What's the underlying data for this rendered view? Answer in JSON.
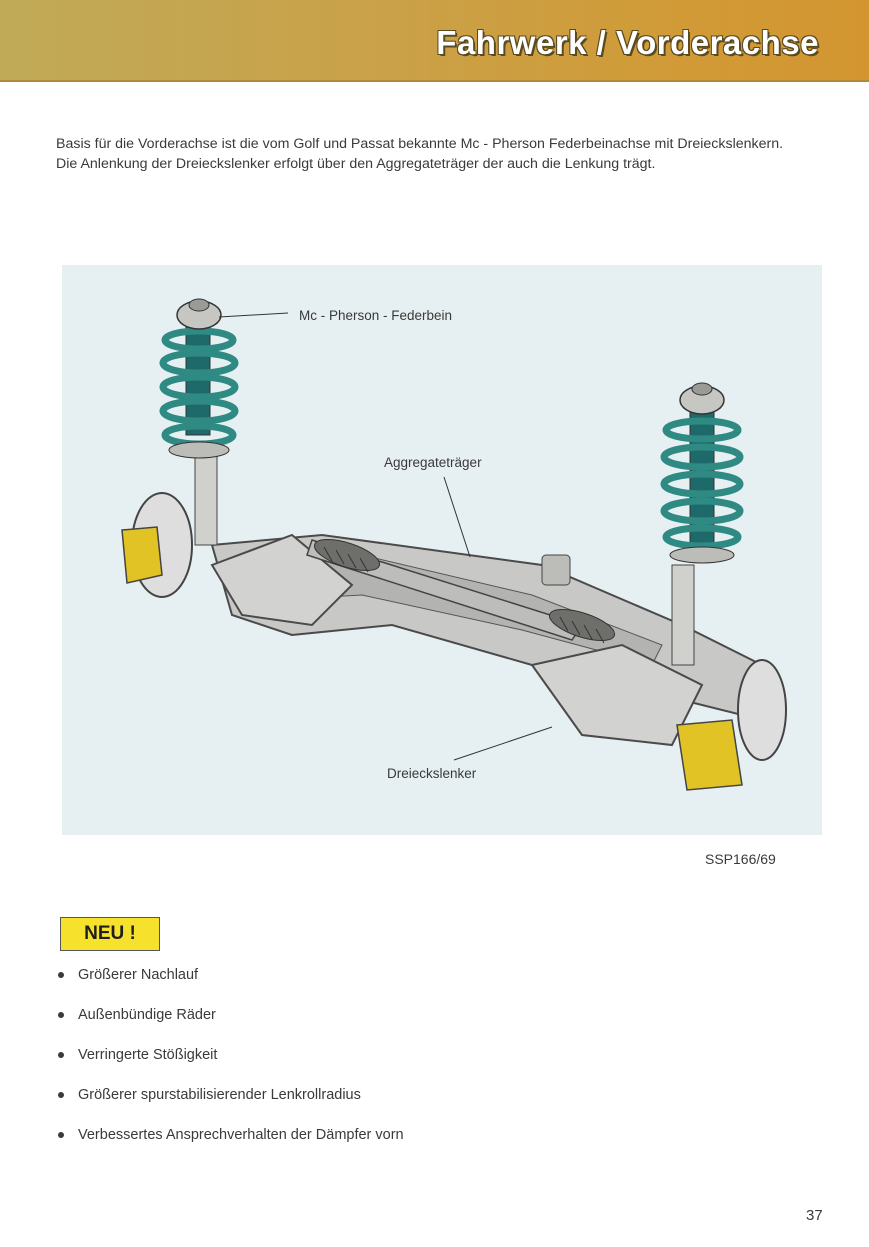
{
  "header": {
    "title": "Fahrwerk / Vorderachse"
  },
  "intro": {
    "text": "Basis für die Vorderachse ist die vom Golf und Passat bekannte Mc - Pherson Federbeinachse mit Dreieckslenkern. Die Anlenkung der Dreieckslenker erfolgt über den Aggregateträger der auch die Lenkung trägt."
  },
  "figure": {
    "captions": {
      "strut": "Mc - Pherson - Federbein",
      "subframe": "Aggregateträger",
      "wishbone": "Dreieckslenker"
    },
    "reference": "SSP166/69"
  },
  "new_box": {
    "label": "NEU !"
  },
  "features": [
    "Größerer Nachlauf",
    "Außenbündige Räder",
    "Verringerte Stößigkeit",
    "Größerer spurstabilisierender Lenkrollradius",
    "Verbessertes Ansprechverhalten der Dämpfer vorn"
  ],
  "page_number": "37",
  "colors": {
    "header_band": "#c9a24a",
    "figure_background": "#e6f0f2",
    "neu_box": "#f6e22c",
    "spring_teal": "#2f8a84",
    "caliper_yellow": "#e2c325"
  }
}
